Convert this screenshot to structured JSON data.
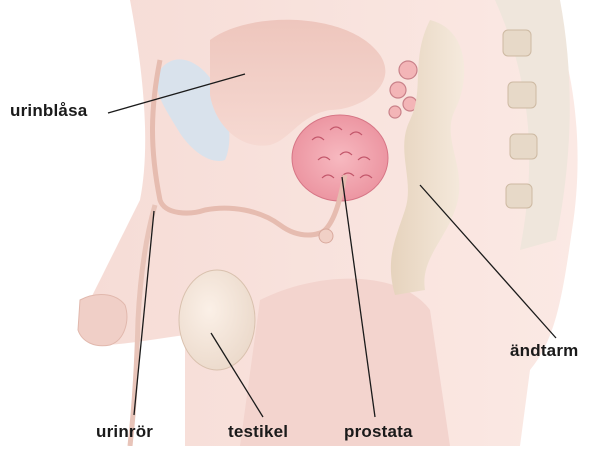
{
  "diagram": {
    "labels": {
      "urinblasa": "urinblåsa",
      "andtarm": "ändtarm",
      "urinror": "urinrör",
      "testikel": "testikel",
      "prostata": "prostata"
    }
  }
}
